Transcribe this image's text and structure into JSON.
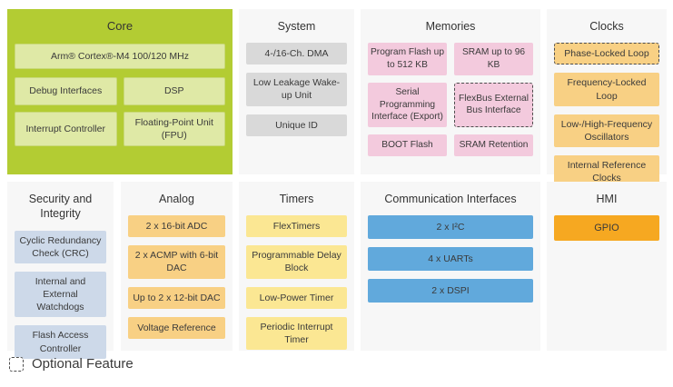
{
  "legend": {
    "label": "Optional Feature"
  },
  "colors": {
    "core_background": "#b3cc33",
    "core_block": "#dfe9a6",
    "system_block": "#d9d9d9",
    "memories_block": "#f3cadd",
    "clocks_block": "#f8d084",
    "analog_block": "#f8d084",
    "timers_block": "#fbe793",
    "communication_block": "#61a9dc",
    "security_block": "#cdd9e9",
    "hmi_block": "#f6a821",
    "panel_background": "#f7f7f7",
    "optional_border": "#4d4d4d"
  },
  "sections": {
    "core": {
      "title": "Core",
      "items": [
        {
          "label": "Arm® Cortex®-M4 100/120 MHz"
        },
        {
          "label": "Debug Interfaces"
        },
        {
          "label": "DSP"
        },
        {
          "label": "Interrupt Controller"
        },
        {
          "label": "Floating-Point Unit (FPU)"
        }
      ]
    },
    "system": {
      "title": "System",
      "items": [
        {
          "label": "4-/16-Ch. DMA"
        },
        {
          "label": "Low Leakage Wake-up Unit"
        },
        {
          "label": "Unique ID"
        }
      ]
    },
    "memories": {
      "title": "Memories",
      "items": [
        {
          "label": "Program Flash up to 512 KB"
        },
        {
          "label": "SRAM up to 96 KB"
        },
        {
          "label": "Serial Programming Interface (Export)"
        },
        {
          "label": "FlexBus External Bus Interface",
          "optional": true
        },
        {
          "label": "BOOT Flash"
        },
        {
          "label": "SRAM Retention"
        }
      ]
    },
    "clocks": {
      "title": "Clocks",
      "items": [
        {
          "label": "Phase-Locked Loop",
          "optional": true
        },
        {
          "label": "Frequency-Locked Loop"
        },
        {
          "label": "Low-/High-Frequency Oscillators"
        },
        {
          "label": "Internal Reference Clocks"
        }
      ]
    },
    "security": {
      "title": "Security and Integrity",
      "items": [
        {
          "label": "Cyclic Redundancy Check (CRC)"
        },
        {
          "label": "Internal and External Watchdogs"
        },
        {
          "label": "Flash Access Controller"
        }
      ]
    },
    "analog": {
      "title": "Analog",
      "items": [
        {
          "label": "2 x 16-bit ADC"
        },
        {
          "label": "2 x ACMP with 6-bit DAC"
        },
        {
          "label": "Up to 2 x 12-bit DAC"
        },
        {
          "label": "Voltage Reference"
        }
      ]
    },
    "timers": {
      "title": "Timers",
      "items": [
        {
          "label": "FlexTimers"
        },
        {
          "label": "Programmable Delay Block"
        },
        {
          "label": "Low-Power Timer"
        },
        {
          "label": "Periodic Interrupt Timer"
        }
      ]
    },
    "communication": {
      "title": "Communication Interfaces",
      "items": [
        {
          "label": "2 x I²C"
        },
        {
          "label": "4 x UARTs"
        },
        {
          "label": "2 x DSPI"
        }
      ]
    },
    "hmi": {
      "title": "HMI",
      "items": [
        {
          "label": "GPIO"
        }
      ]
    }
  }
}
